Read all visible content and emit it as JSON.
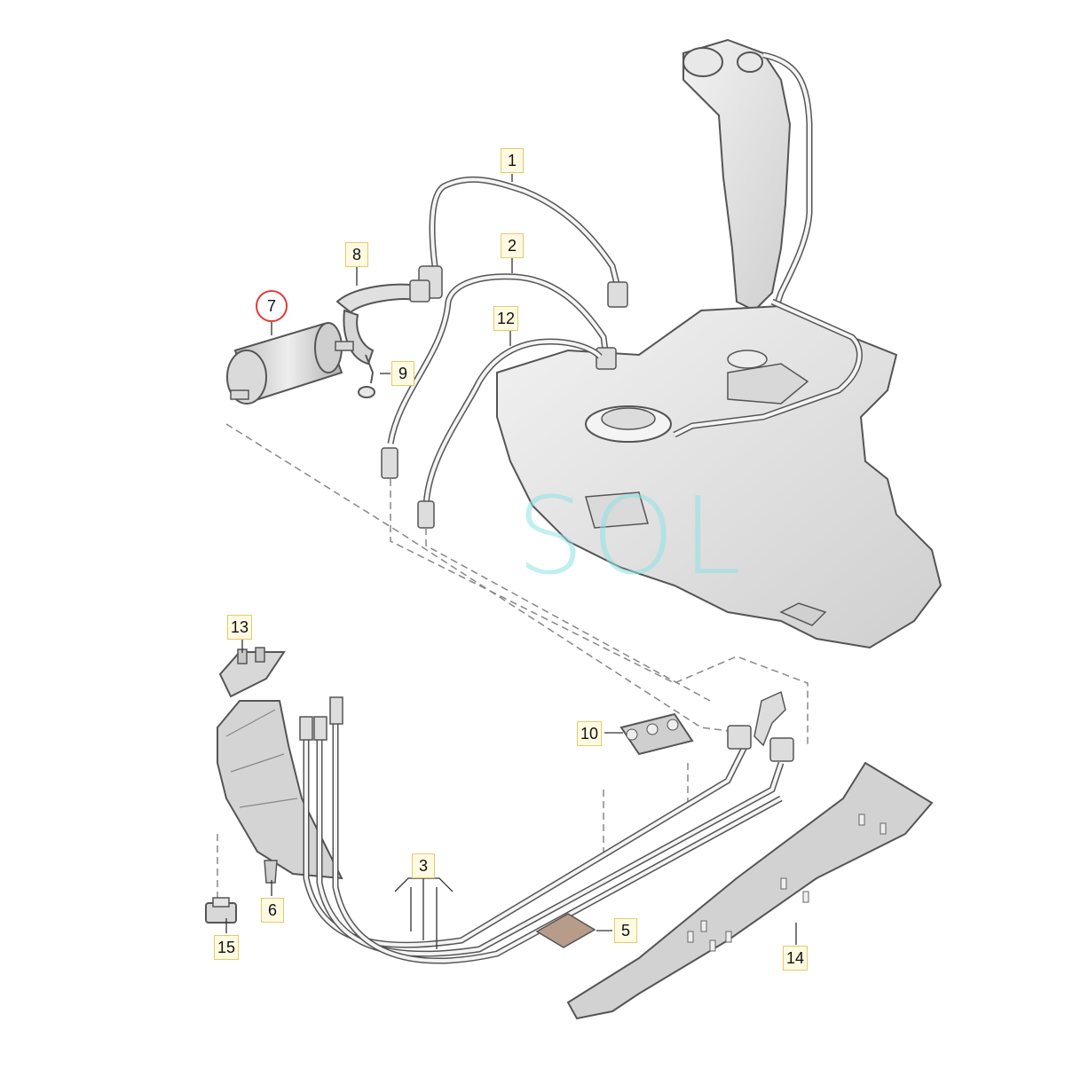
{
  "diagram": {
    "callouts": {
      "c1": "1",
      "c2": "2",
      "c3": "3",
      "c5": "5",
      "c6": "6",
      "c7": "7",
      "c8": "8",
      "c9": "9",
      "c10": "10",
      "c12": "12",
      "c13": "13",
      "c14": "14",
      "c15": "15"
    },
    "highlighted_callout": "7",
    "watermark": "SOL",
    "colors": {
      "part_fill": "#e2e2e2",
      "part_stroke": "#555555",
      "callout_fill": "#fffbe3",
      "callout_border": "#e8c96a",
      "highlight": "#e53935",
      "watermark": "#8fe3e6"
    }
  }
}
